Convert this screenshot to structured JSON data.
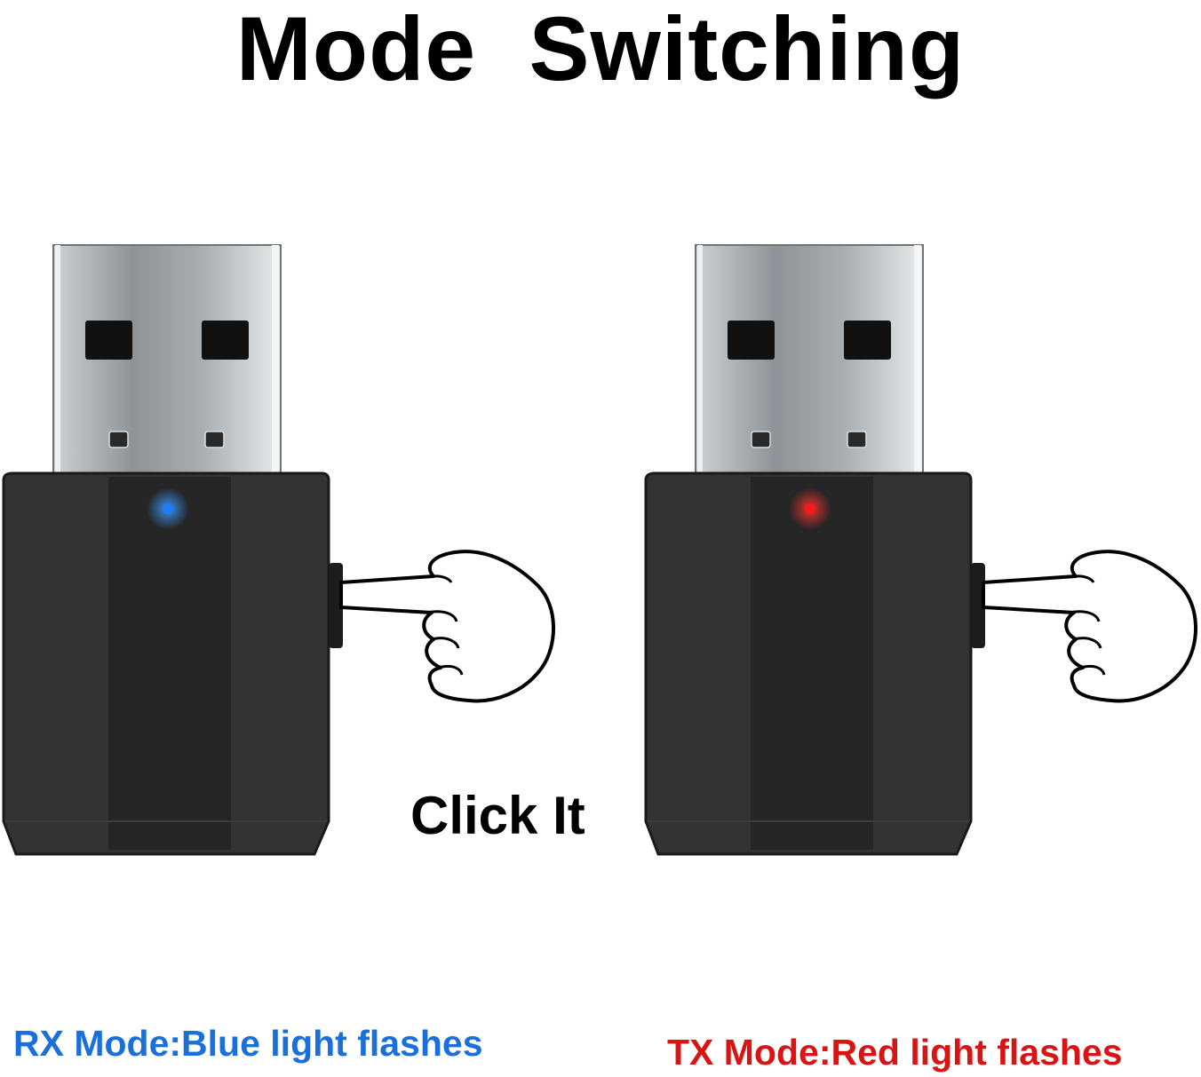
{
  "title": "Mode  Switching",
  "click_label": "Click It",
  "captions": {
    "rx": "RX Mode:Blue light flashes",
    "tx": "TX Mode:Red light flashes"
  },
  "colors": {
    "rx_caption": "#1a6fd8",
    "tx_caption": "#d81414",
    "rx_led": "#1e7cff",
    "tx_led": "#ff1a1a",
    "body": "#2b2b2b"
  },
  "icons": {
    "adapter": "usb-adapter-icon",
    "hand": "pointing-hand-icon"
  }
}
